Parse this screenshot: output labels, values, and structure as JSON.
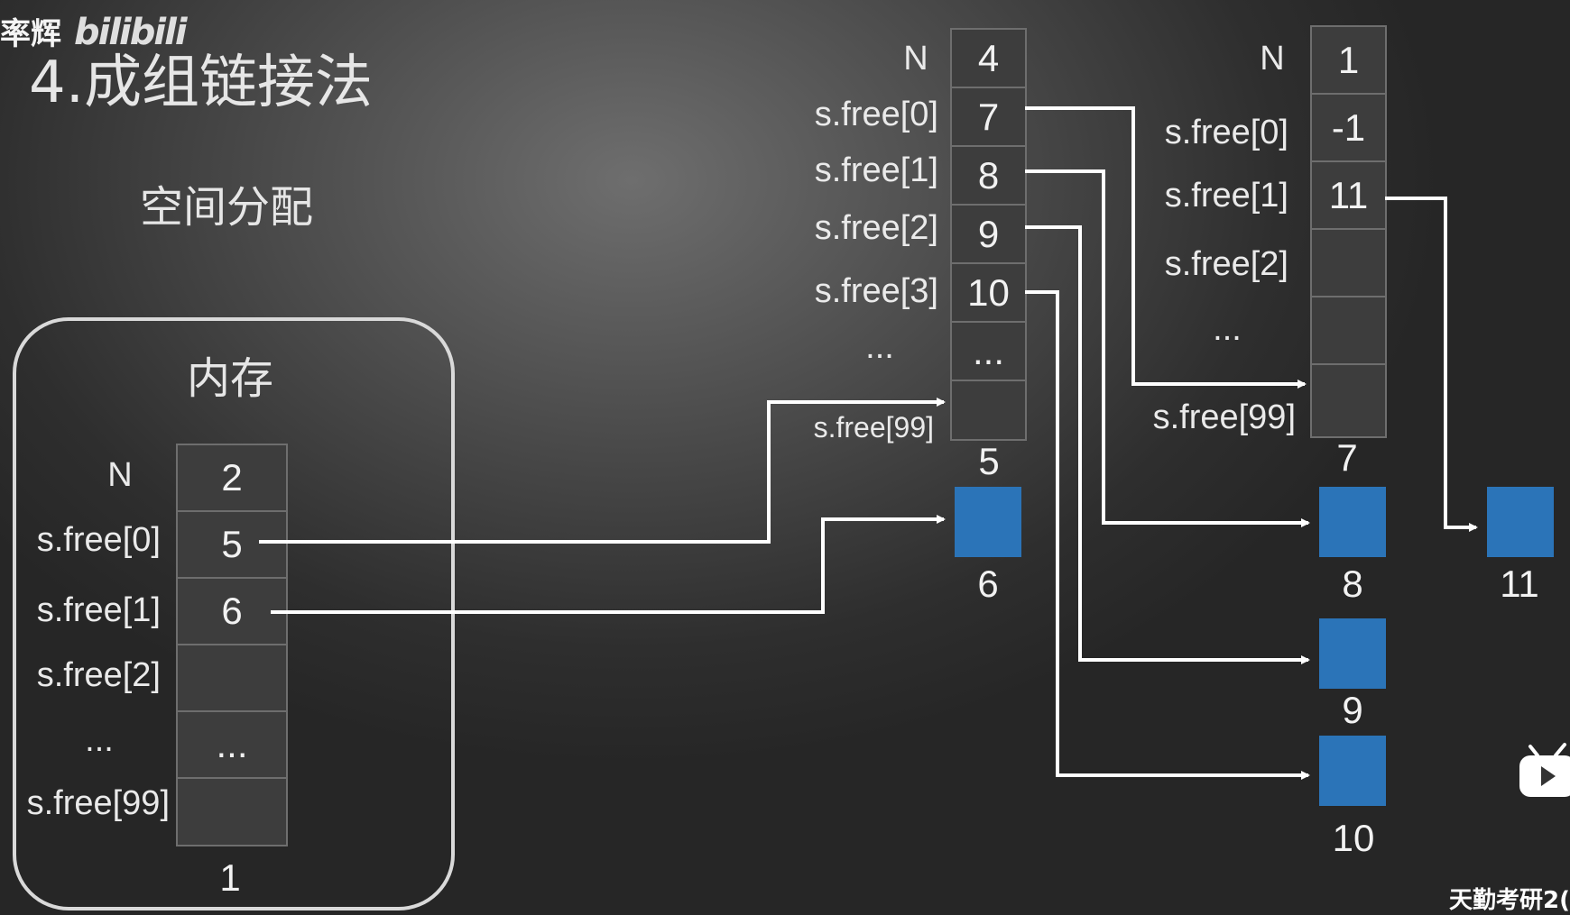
{
  "watermark": {
    "author": "率辉",
    "site": "bilibili"
  },
  "slide": {
    "title": "4.成组链接法",
    "subtitle": "空间分配"
  },
  "memory": {
    "title": "内存",
    "labels": [
      "N",
      "s.free[0]",
      "s.free[1]",
      "s.free[2]",
      "...",
      "s.free[99]"
    ],
    "values": [
      "2",
      "5",
      "6",
      "",
      "...",
      ""
    ],
    "block_no": "1"
  },
  "group_a": {
    "labels": [
      "N",
      "s.free[0]",
      "s.free[1]",
      "s.free[2]",
      "s.free[3]",
      "...",
      "s.free[99]"
    ],
    "values": [
      "4",
      "7",
      "8",
      "9",
      "10",
      "...",
      ""
    ],
    "block_no": "5"
  },
  "group_b": {
    "labels": [
      "N",
      "s.free[0]",
      "s.free[1]",
      "s.free[2]",
      "...",
      "s.free[99]"
    ],
    "values": [
      "1",
      "-1",
      "11",
      "",
      "",
      ""
    ],
    "block_no": "7"
  },
  "free_blocks": {
    "b6": "6",
    "b8": "8",
    "b9": "9",
    "b10": "10",
    "b11": "11"
  },
  "colors": {
    "block": "#2b74b8",
    "line": "#ffffff"
  },
  "footer": {
    "watermark": "天勤考研2("
  },
  "icons": {
    "player": "tv-play-icon"
  }
}
